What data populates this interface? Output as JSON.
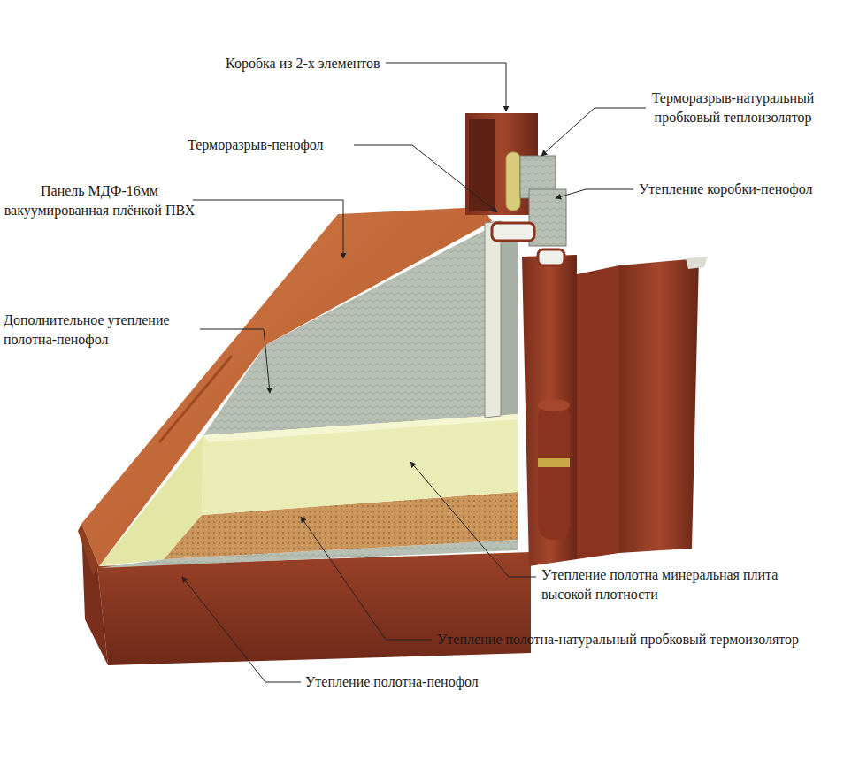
{
  "diagram": {
    "labels": [
      "Коробка из 2-х элементов",
      "Терморазрыв-натуральный пробковый теплоизолятор",
      "Терморазрыв-пенофол",
      "Утепление коробки-пенофол",
      "Панель МДФ-16мм вакуумированная плёнкой ПВХ",
      "Дополнительное утепление полотна-пенофол",
      "Утепление полотна минеральная плита высокой плотности",
      "Утепление полотна-натуральный пробковый термоизолятор",
      "Утепление полотна-пенофол"
    ]
  }
}
